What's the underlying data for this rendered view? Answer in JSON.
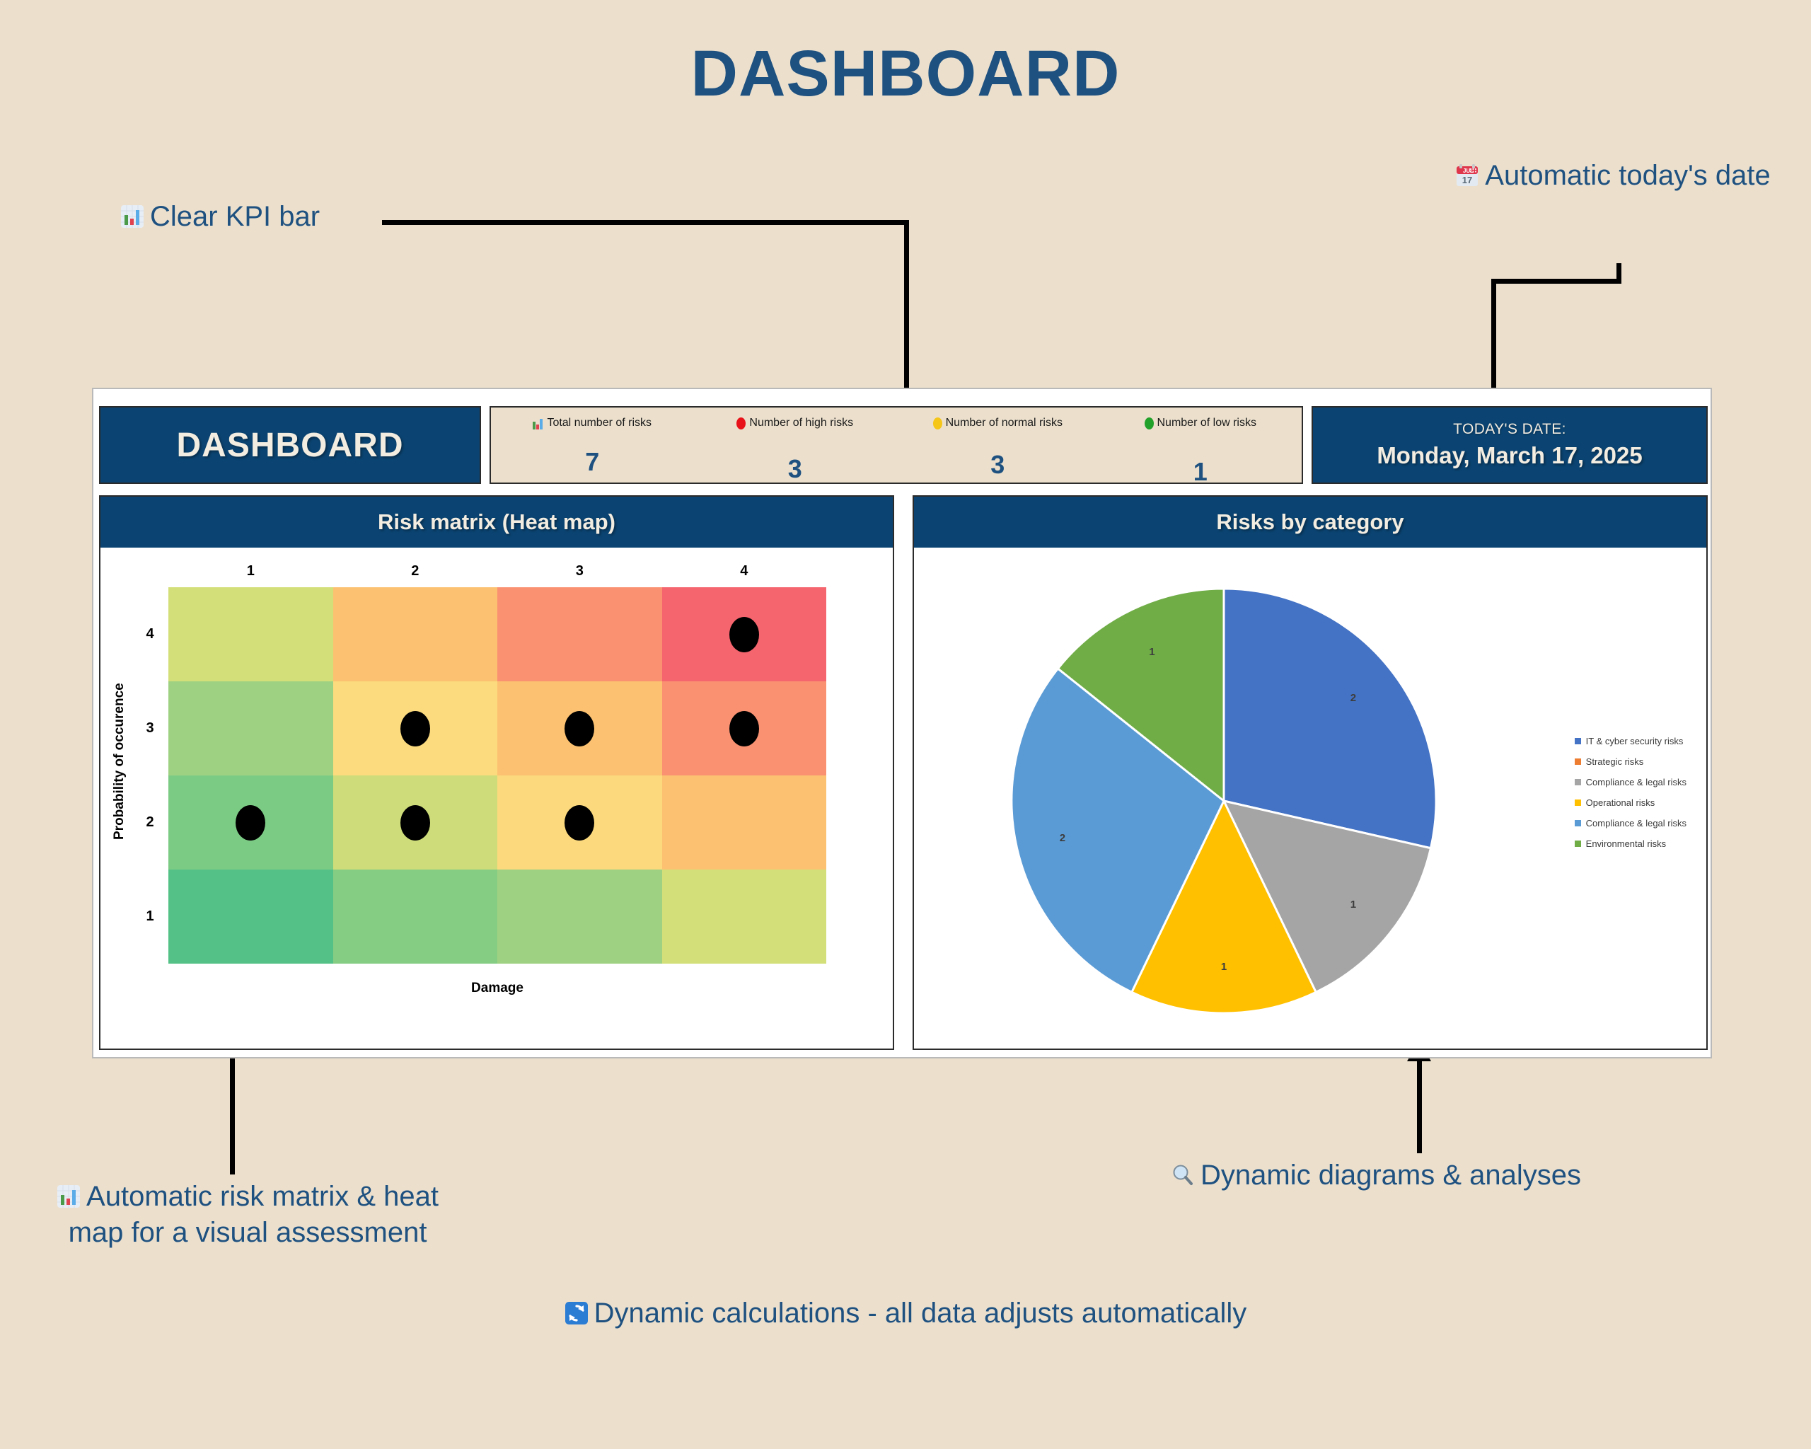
{
  "page": {
    "title": "DASHBOARD",
    "background": "#ece0cd",
    "accent_navy": "#0b4472",
    "accent_text_blue": "#1f5180"
  },
  "annotations": {
    "kpi": {
      "icon": "bar-chart-icon",
      "text": "Clear KPI bar"
    },
    "date": {
      "icon": "calendar-icon",
      "text": "Automatic today's date"
    },
    "matrix": {
      "icon": "bar-chart-icon",
      "text": "Automatic risk matrix & heat map for a visual assessment"
    },
    "diagrams": {
      "icon": "magnifier-icon",
      "text": "Dynamic diagrams & analyses"
    },
    "calculations": {
      "icon": "refresh-icon",
      "text": "Dynamic calculations - all data adjusts automatically"
    }
  },
  "dashboard": {
    "title": "DASHBOARD",
    "kpis": [
      {
        "icon": "bar-chart-icon",
        "color": "#4caf50",
        "label": "Total number of risks",
        "value": "7"
      },
      {
        "icon": "circle-icon",
        "color": "#e8131a",
        "label": "Number of high risks",
        "value": "3"
      },
      {
        "icon": "circle-icon",
        "color": "#f5c518",
        "label": "Number of normal risks",
        "value": "3"
      },
      {
        "icon": "circle-icon",
        "color": "#22a12a",
        "label": "Number of low risks",
        "value": "1"
      }
    ],
    "date_panel": {
      "label": "TODAY'S DATE:",
      "value": "Monday, March 17, 2025"
    },
    "panels": {
      "matrix": {
        "title": "Risk matrix (Heat map)"
      },
      "pie": {
        "title": "Risks by category"
      }
    }
  },
  "chart_data": [
    {
      "type": "heatmap",
      "title": "Risk matrix (Heat map)",
      "xlabel": "Damage",
      "ylabel": "Probability of occurence",
      "x_ticks": [
        "1",
        "2",
        "3",
        "4"
      ],
      "y_ticks": [
        "4",
        "3",
        "2",
        "1"
      ],
      "cell_colors": [
        [
          "#d3df78",
          "#fcc271",
          "#fa9272",
          "#f5656e"
        ],
        [
          "#9fd182",
          "#fbdb7e",
          "#fcc271",
          "#fa9272"
        ],
        [
          "#7ccb85",
          "#cedd79",
          "#fbd97c",
          "#fcc271"
        ],
        [
          "#54c287",
          "#86cd84",
          "#9fd182",
          "#d3df78"
        ]
      ],
      "markers": [
        {
          "damage": 4,
          "probability": 4
        },
        {
          "damage": 2,
          "probability": 3
        },
        {
          "damage": 3,
          "probability": 3
        },
        {
          "damage": 4,
          "probability": 3
        },
        {
          "damage": 1,
          "probability": 2
        },
        {
          "damage": 2,
          "probability": 2
        },
        {
          "damage": 3,
          "probability": 2
        }
      ]
    },
    {
      "type": "pie",
      "title": "Risks by category",
      "legend_position": "right",
      "labels": [
        "IT & cyber security risks",
        "Strategic risks",
        "Compliance & legal risks",
        "Operational  risks",
        "Compliance & legal risks",
        "Environmental risks"
      ],
      "colors": [
        "#4472c4",
        "#ed7d31",
        "#a5a5a5",
        "#ffc000",
        "#5b9bd5",
        "#70ad47"
      ],
      "values": [
        2,
        0,
        1,
        1,
        2,
        1
      ],
      "slice_labels": [
        "2",
        "",
        "1",
        "1",
        "2",
        "1"
      ],
      "total": 7
    }
  ]
}
